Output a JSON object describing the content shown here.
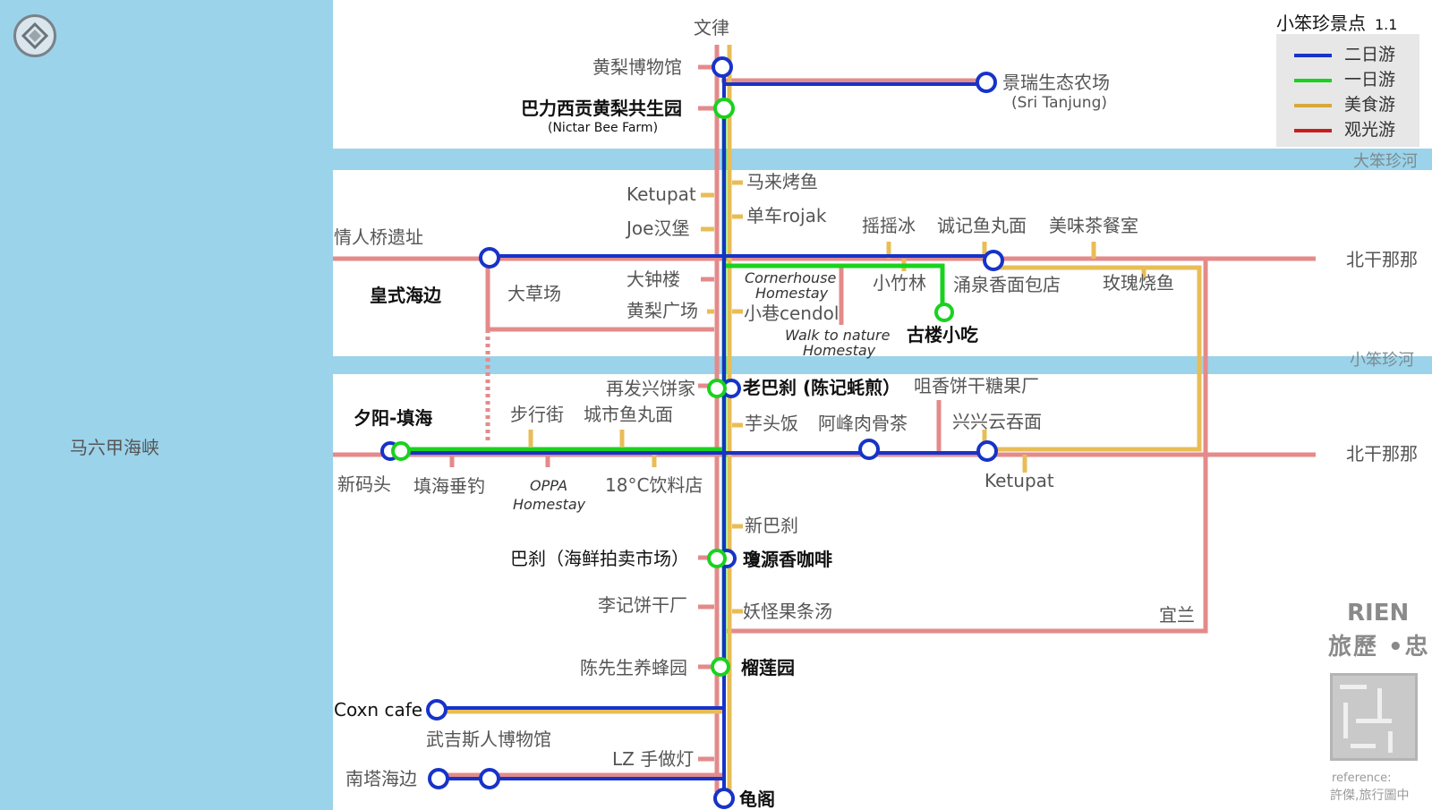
{
  "legend": {
    "title": "小笨珍景点",
    "version": "1.1",
    "items": [
      {
        "label": "二日游",
        "color": "#1733c8"
      },
      {
        "label": "一日游",
        "color": "#19d21e"
      },
      {
        "label": "美食游",
        "color": "#d8a93a"
      },
      {
        "label": "观光游",
        "color": "#c81e1e"
      }
    ]
  },
  "colors": {
    "sea": "#9bd3ea",
    "two_day": "#1733c8",
    "one_day": "#19d21e",
    "food": "#e8bd57",
    "sightseeing": "#e48a8a"
  },
  "map": {
    "strait": "马六甲海峡",
    "river_big": "大笨珍河",
    "river_small": "小笨珍河",
    "north_road_1": "北干那那",
    "north_road_2": "北干那那",
    "terminal_top": "文律",
    "region_royal_beach": "皇式海边",
    "stations": {
      "huangli_museum": "黄梨博物馆",
      "jingrui_farm": "景瑞生态农场",
      "jingrui_farm_en": "(Sri Tanjung)",
      "bali_farm": "巴力西贡黄梨共生园",
      "bali_farm_en": "(Nictar Bee Farm)",
      "lovers_bridge": "情人桥遗址",
      "yongquan": "涌泉香面包店",
      "gulou": "古楼小吃",
      "zaifa": "再发兴饼家",
      "laobashi": "老巴刹 (陈记蚝煎）",
      "sunset": "夕阳-填海",
      "bashi_market": "巴刹（海鲜拍卖市场）",
      "qiongyuan": "瓊源香咖啡",
      "durian": "榴莲园",
      "coxn": "Coxn cafe",
      "nanta": "南塔海边",
      "guige": "龟阁"
    },
    "pois": {
      "ketupat_top": "Ketupat",
      "joe": "Joe汉堡",
      "malai": "马来烤鱼",
      "danche": "单车rojak",
      "yaoyao": "摇摇冰",
      "chengji": "诚记鱼丸面",
      "meiwei": "美味茶餐室",
      "dacaochang": "大草场",
      "dazhonglou": "大钟楼",
      "huangliguangchang": "黄梨广场",
      "cornerhouse": "Cornerhouse\nHomestay",
      "xiaoxiang": "小巷cendol",
      "walk": "Walk to nature\nHomestay",
      "xiaozhulin": "小竹林",
      "meigui": "玫瑰烧鱼",
      "zanxiang": "咀香饼干糖果厂",
      "buxingjie": "步行街",
      "chengshi": "城市鱼丸面",
      "yutoufan": "芋头饭",
      "afeng": "阿峰肉骨茶",
      "xingxing": "兴兴云吞面",
      "xinmatou": "新码头",
      "tianhai": "填海垂钓",
      "oppa": "OPPA\nHomestay",
      "drinks": "18°C饮料店",
      "ketupat_bottom": "Ketupat",
      "xinbashi": "新巴刹",
      "liji": "李记饼干厂",
      "yaoguai": "妖怪果条汤",
      "yilan": "宜兰",
      "chenxiansheng": "陈先生养蜂园",
      "wujisi": "武吉斯人博物馆",
      "lz": "LZ 手做灯"
    }
  },
  "brand": {
    "name": "RIEN",
    "sub": "旅歷 •忠"
  },
  "reference": {
    "label": "reference:",
    "text": "許傑,旅行圖中"
  }
}
